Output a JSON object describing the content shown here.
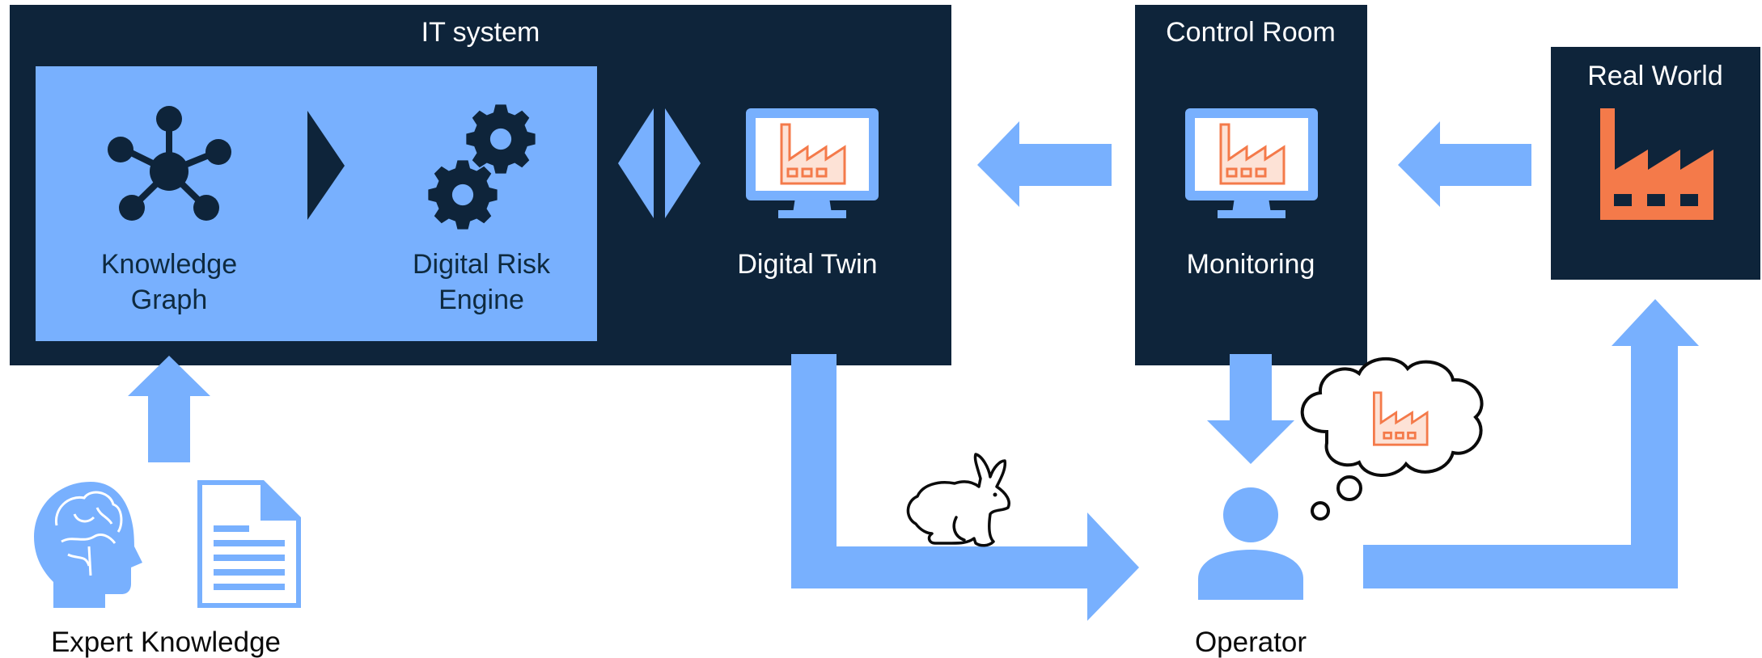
{
  "colors": {
    "navy": "#0e243a",
    "blue": "#78b0fe",
    "orange": "#f47a4a",
    "orange_light": "#fbc5b0",
    "white": "#ffffff",
    "dark_text": "#0e2a3f"
  },
  "boxes": {
    "it_system": {
      "title": "IT system"
    },
    "control_room": {
      "title": "Control Room"
    },
    "real_world": {
      "title": "Real World"
    }
  },
  "nodes": {
    "knowledge_graph": {
      "line1": "Knowledge",
      "line2": "Graph",
      "icon": "network-graph-icon"
    },
    "digital_risk_engine": {
      "line1": "Digital Risk",
      "line2": "Engine",
      "icon": "gears-icon"
    },
    "digital_twin": {
      "label": "Digital Twin",
      "icon": "monitor-factory-icon"
    },
    "monitoring": {
      "label": "Monitoring",
      "icon": "monitor-factory-icon"
    },
    "real_world_factory": {
      "icon": "factory-icon"
    },
    "expert_knowledge": {
      "label": "Expert Knowledge",
      "icons": [
        "brain-head-icon",
        "document-icon"
      ]
    },
    "operator": {
      "label": "Operator",
      "icons": [
        "person-icon",
        "thought-cloud-icon"
      ]
    },
    "rabbit": {
      "icon": "rabbit-icon"
    }
  }
}
